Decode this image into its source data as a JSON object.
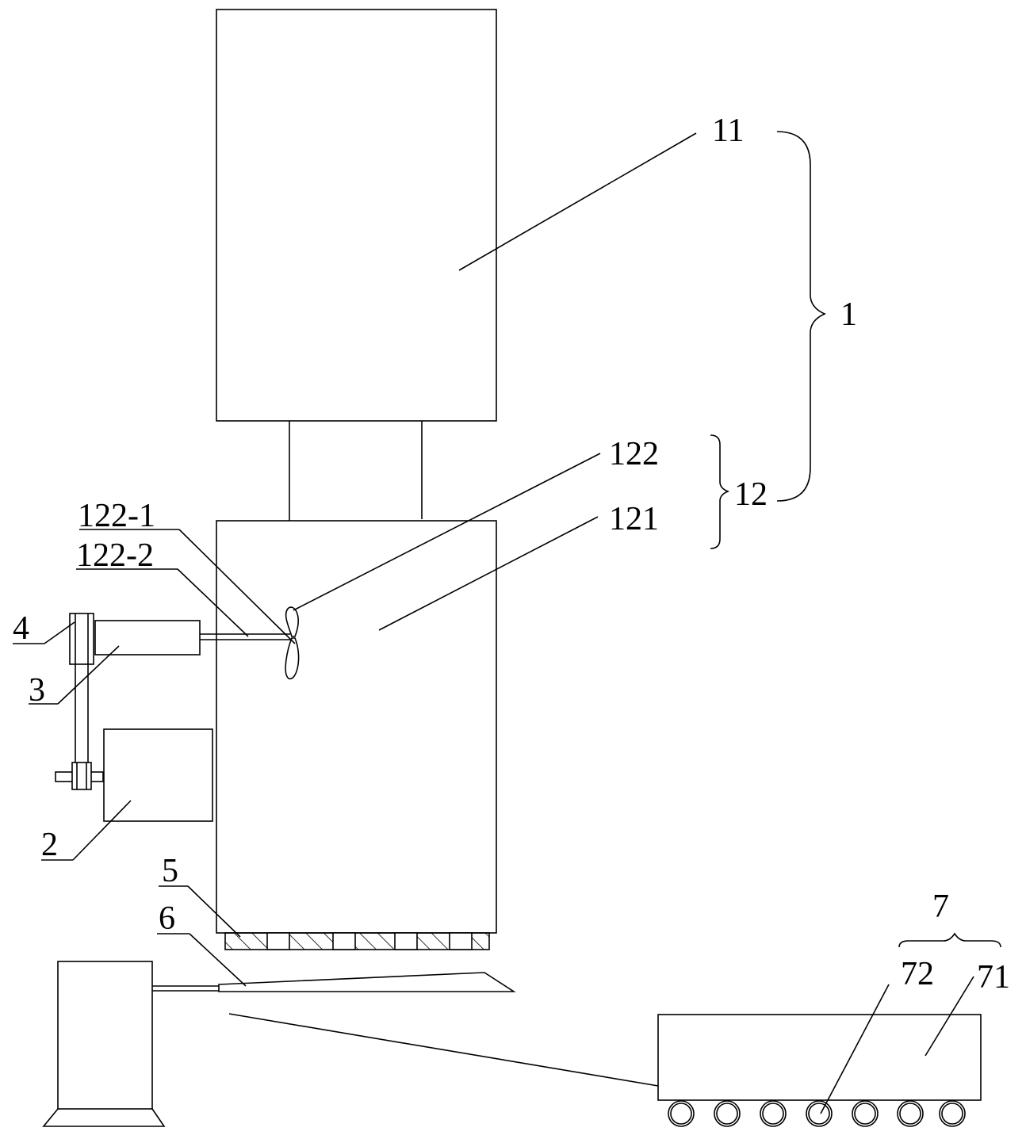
{
  "labels": {
    "l11": "11",
    "l1": "1",
    "l122": "122",
    "l12": "12",
    "l121": "121",
    "l122_1": "122-1",
    "l122_2": "122-2",
    "l4": "4",
    "l3": "3",
    "l2": "2",
    "l5": "5",
    "l6": "6",
    "l7": "7",
    "l72": "72",
    "l71": "71"
  },
  "colors": {
    "stroke": "#000000",
    "background": "#ffffff"
  }
}
